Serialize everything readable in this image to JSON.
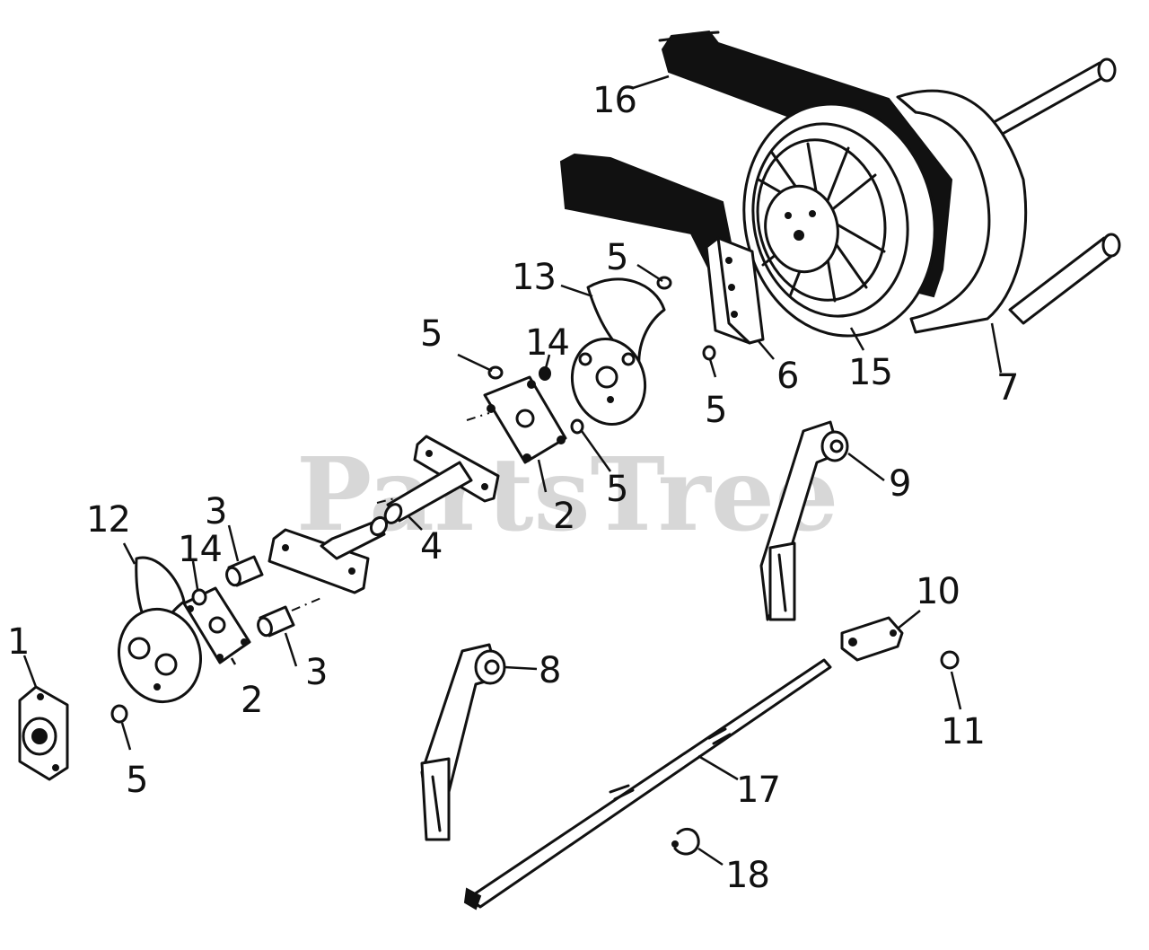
{
  "watermark": "PartsTree",
  "callouts": [
    {
      "id": "1",
      "text": "1"
    },
    {
      "id": "2a",
      "text": "2"
    },
    {
      "id": "2b",
      "text": "2"
    },
    {
      "id": "3a",
      "text": "3"
    },
    {
      "id": "3b",
      "text": "3"
    },
    {
      "id": "4",
      "text": "4"
    },
    {
      "id": "5a",
      "text": "5"
    },
    {
      "id": "5b",
      "text": "5"
    },
    {
      "id": "5c",
      "text": "5"
    },
    {
      "id": "5d",
      "text": "5"
    },
    {
      "id": "5e",
      "text": "5"
    },
    {
      "id": "6",
      "text": "6"
    },
    {
      "id": "7",
      "text": "7"
    },
    {
      "id": "8",
      "text": "8"
    },
    {
      "id": "9",
      "text": "9"
    },
    {
      "id": "10",
      "text": "10"
    },
    {
      "id": "11",
      "text": "11"
    },
    {
      "id": "12",
      "text": "12"
    },
    {
      "id": "13",
      "text": "13"
    },
    {
      "id": "14a",
      "text": "14"
    },
    {
      "id": "14b",
      "text": "14"
    },
    {
      "id": "15",
      "text": "15"
    },
    {
      "id": "16",
      "text": "16"
    },
    {
      "id": "17",
      "text": "17"
    },
    {
      "id": "18",
      "text": "18"
    }
  ]
}
